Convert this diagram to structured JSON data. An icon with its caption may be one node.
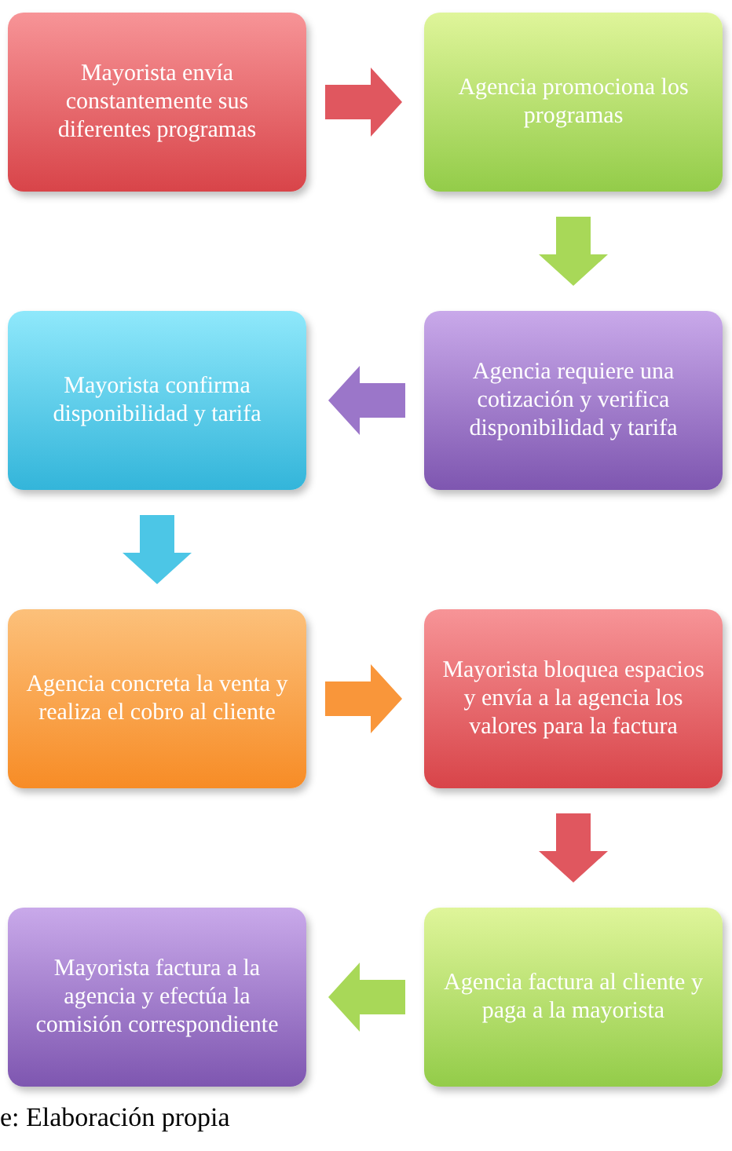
{
  "diagram": {
    "caption": "e: Elaboración propia",
    "nodes": [
      {
        "text": [
          "Mayorista envía constantemente sus diferentes programas"
        ]
      },
      {
        "text": [
          "Agencia promociona los programas"
        ]
      },
      {
        "text": [
          "Agencia requiere una cotización y verifica disponibilidad y tarifa"
        ]
      },
      {
        "text": [
          "Mayorista confirma disponibilidad y tarifa"
        ]
      },
      {
        "text": [
          "Agencia concreta la venta y realiza el cobro al cliente"
        ]
      },
      {
        "text": [
          "Mayorista bloquea espacios y envía a la agencia los valores para la factura"
        ]
      },
      {
        "text": [
          "Agencia factura al cliente y paga a la mayorista"
        ]
      },
      {
        "text": [
          "Mayorista factura a la agencia y efectúa la comisión correspondiente"
        ]
      }
    ],
    "edges": [
      {
        "from": 0,
        "to": 1,
        "arrow": "to",
        "style": "thick",
        "color": "#e0575f"
      },
      {
        "from": 1,
        "to": 2,
        "arrow": "to",
        "style": "thick",
        "color": "#a8d858"
      },
      {
        "from": 2,
        "to": 3,
        "arrow": "to",
        "style": "thick",
        "color": "#9b76c9"
      },
      {
        "from": 3,
        "to": 4,
        "arrow": "to",
        "style": "thick",
        "color": "#4cc6e6"
      },
      {
        "from": 4,
        "to": 5,
        "arrow": "to",
        "style": "thick",
        "color": "#f9963a"
      },
      {
        "from": 5,
        "to": 6,
        "arrow": "to",
        "style": "thick",
        "color": "#e0575f"
      },
      {
        "from": 6,
        "to": 7,
        "arrow": "to",
        "style": "thick",
        "color": "#a8d858"
      }
    ]
  }
}
